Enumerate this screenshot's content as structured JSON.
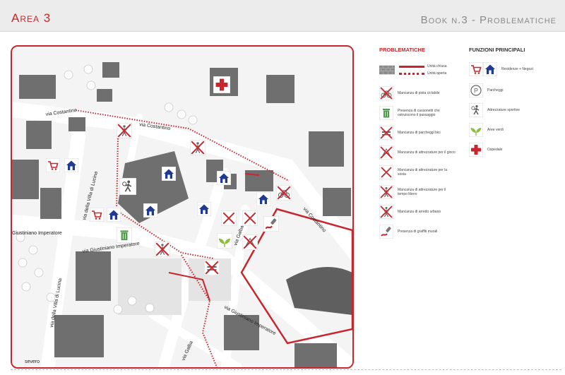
{
  "header": {
    "area_title": "Area 3",
    "book_title": "Book n.3 - Problematiche"
  },
  "colors": {
    "accent": "#c9252c",
    "house_blue": "#1f3a93",
    "bin_green": "#4a9b45",
    "leaf_green": "#8cbf3f"
  },
  "legend_problems": {
    "heading": "Problematiche",
    "closed_unit": "Unità chiusa",
    "open_unit": "Unità aperta",
    "items": [
      {
        "icon": "no-bicycle-lane-icon",
        "label": "Mancanza di pista ciclabile"
      },
      {
        "icon": "waste-bin-icon",
        "label": "Presenza di cassonetti che ostruiscono il passaggio"
      },
      {
        "icon": "no-bike-parking-icon",
        "label": "Mancanza di parcheggi bici"
      },
      {
        "icon": "no-playground-icon",
        "label": "Mancanza di attrezzature per il gioco"
      },
      {
        "icon": "no-seating-icon",
        "label": "Mancanza di attrezzature per la sosta"
      },
      {
        "icon": "no-leisure-icon",
        "label": "Mancanza di attrezzature per il tempo libero"
      },
      {
        "icon": "no-street-furniture-icon",
        "label": "Mancanza di arredo urbano"
      },
      {
        "icon": "graffiti-icon",
        "label": "Presenza di graffiti murali"
      }
    ]
  },
  "legend_functions": {
    "heading": "Funzioni principali",
    "items": [
      {
        "icon": "residence-shop-icon",
        "label": "Residenze + Negozi"
      },
      {
        "icon": "parking-icon",
        "label": "Parcheggi"
      },
      {
        "icon": "sport-facility-icon",
        "label": "Attrezzature sportive"
      },
      {
        "icon": "green-area-icon",
        "label": "Aree verdi"
      },
      {
        "icon": "hospital-icon",
        "label": "Ospedale"
      }
    ]
  },
  "map": {
    "streets": {
      "costantino_top": "via Costantino",
      "costantino_mid": "via Costantino",
      "costantino_right": "via Costantino",
      "villa_lucina_1": "via della Villa di Lucina",
      "villa_lucina_2": "via della Villa di Lucina",
      "giustiniano_left": "Giustiniano Imperatore",
      "giustiniano_mid": "via Giustiniano Imperatore",
      "giustiniano_right": "via Giustiniano Imperatore",
      "galba_mid": "via Galba",
      "galba_bottom": "via Galba",
      "severo": "severo"
    }
  }
}
